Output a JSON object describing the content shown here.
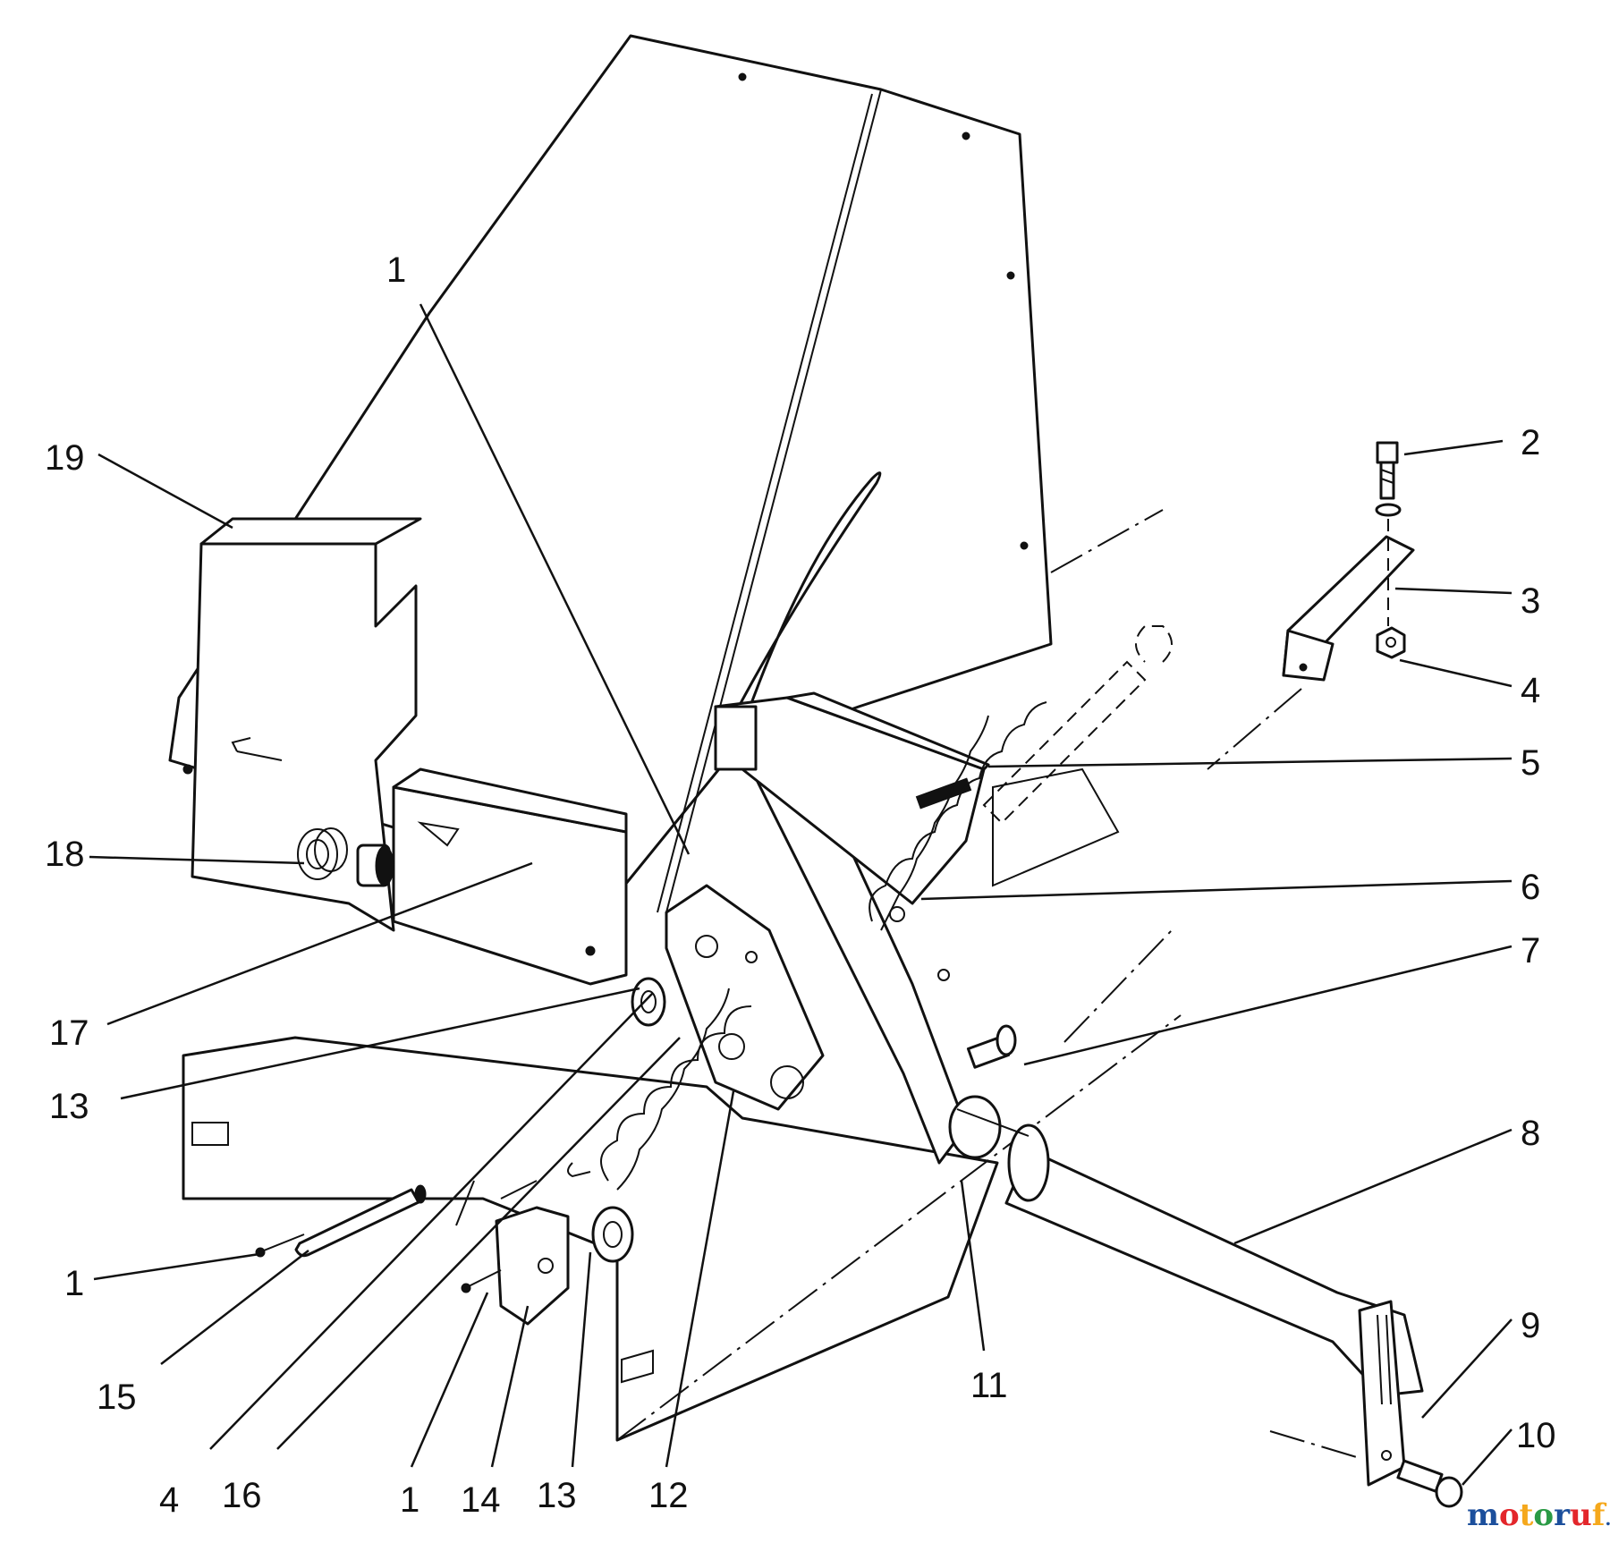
{
  "callouts": [
    {
      "id": "c1_top",
      "label": "1"
    },
    {
      "id": "c2",
      "label": "2"
    },
    {
      "id": "c3",
      "label": "3"
    },
    {
      "id": "c4_right",
      "label": "4"
    },
    {
      "id": "c5",
      "label": "5"
    },
    {
      "id": "c6",
      "label": "6"
    },
    {
      "id": "c7",
      "label": "7"
    },
    {
      "id": "c8",
      "label": "8"
    },
    {
      "id": "c9",
      "label": "9"
    },
    {
      "id": "c10",
      "label": "10"
    },
    {
      "id": "c11",
      "label": "11"
    },
    {
      "id": "c12",
      "label": "12"
    },
    {
      "id": "c13_bottom",
      "label": "13"
    },
    {
      "id": "c1_bottom",
      "label": "1"
    },
    {
      "id": "c16",
      "label": "16"
    },
    {
      "id": "c4_bottom",
      "label": "4"
    },
    {
      "id": "c15",
      "label": "15"
    },
    {
      "id": "c1_left",
      "label": "1"
    },
    {
      "id": "c13_left",
      "label": "13"
    },
    {
      "id": "c17",
      "label": "17"
    },
    {
      "id": "c18",
      "label": "18"
    },
    {
      "id": "c19",
      "label": "19"
    },
    {
      "id": "c14",
      "label": "14"
    }
  ],
  "watermark": {
    "text": "motoruf",
    "suffix": ".de",
    "colors": [
      "#1c4f9c",
      "#e3262b",
      "#f5a81c",
      "#2a9a45"
    ]
  }
}
